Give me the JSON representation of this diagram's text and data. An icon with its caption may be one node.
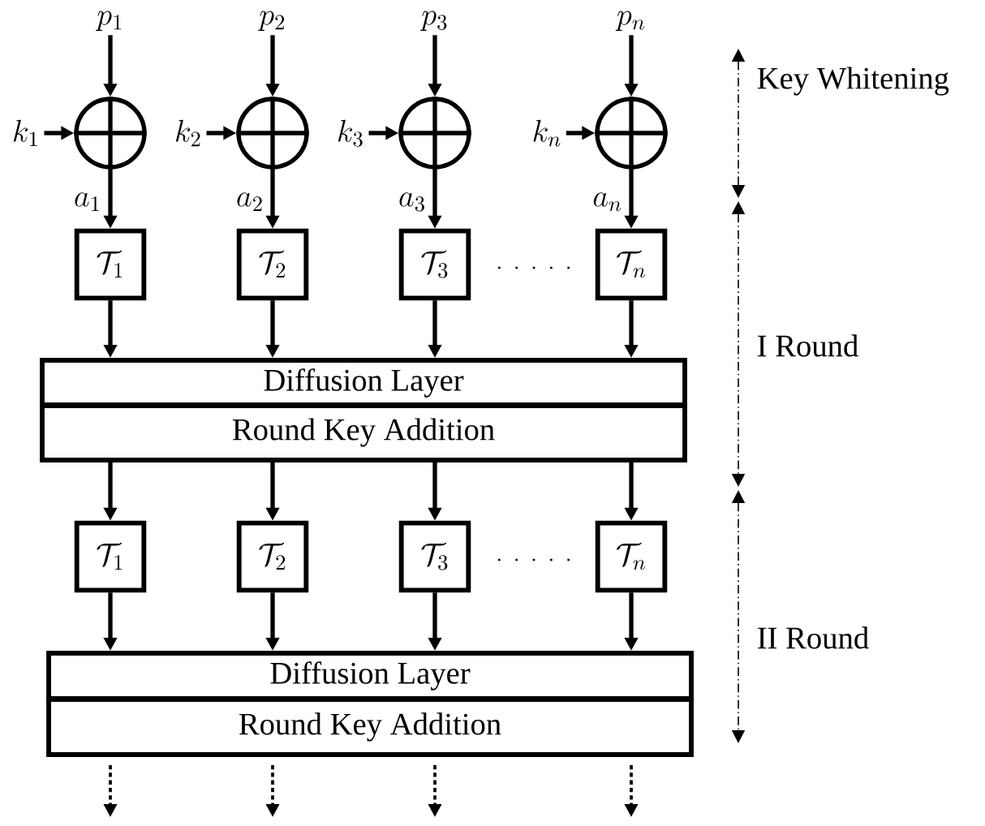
{
  "diagram": {
    "nodes": [
      {
        "text": [
          "p_1"
        ]
      },
      {
        "text": [
          "p_2"
        ]
      },
      {
        "text": [
          "p_3"
        ]
      },
      {
        "text": [
          "p_n"
        ]
      },
      {
        "text": [
          "k_1"
        ]
      },
      {
        "text": [
          "k_2"
        ]
      },
      {
        "text": [
          "k_3"
        ]
      },
      {
        "text": [
          "k_n"
        ]
      },
      {
        "text": [],
        "shape": "circle"
      },
      {
        "text": [],
        "shape": "circle"
      },
      {
        "text": [],
        "shape": "circle"
      },
      {
        "text": [],
        "shape": "circle"
      },
      {
        "text": [
          "\\mathcal{T}_1"
        ]
      },
      {
        "text": [
          "\\mathcal{T}_2"
        ]
      },
      {
        "text": [
          "\\mathcal{T}_3"
        ]
      },
      {
        "text": [
          "\\mathcal{T}_n"
        ]
      },
      {
        "text": [
          "Diffusion Layer"
        ]
      },
      {
        "text": [
          "Round Key Addition"
        ]
      },
      {
        "text": [
          "\\mathcal{T}_1"
        ]
      },
      {
        "text": [
          "\\mathcal{T}_2"
        ]
      },
      {
        "text": [
          "\\mathcal{T}_3"
        ]
      },
      {
        "text": [
          "\\mathcal{T}_n"
        ]
      },
      {
        "text": [
          "Diffusion Layer"
        ]
      },
      {
        "text": [
          "Round Key Addition"
        ]
      }
    ],
    "edges": [
      {
        "from": 0,
        "to": 8,
        "arrow": "to"
      },
      {
        "from": 1,
        "to": 9,
        "arrow": "to"
      },
      {
        "from": 2,
        "to": 10,
        "arrow": "to"
      },
      {
        "from": 3,
        "to": 11,
        "arrow": "to"
      },
      {
        "from": 4,
        "to": 8,
        "arrow": "to"
      },
      {
        "from": 5,
        "to": 9,
        "arrow": "to"
      },
      {
        "from": 6,
        "to": 10,
        "arrow": "to"
      },
      {
        "from": 7,
        "to": 11,
        "arrow": "to"
      },
      {
        "from": 8,
        "to": 12,
        "arrow": "to",
        "label": "a_1"
      },
      {
        "from": 9,
        "to": 13,
        "arrow": "to",
        "label": "a_2"
      },
      {
        "from": 10,
        "to": 14,
        "arrow": "to",
        "label": "a_3"
      },
      {
        "from": 11,
        "to": 15,
        "arrow": "to",
        "label": "a_n"
      },
      {
        "from": 12,
        "to": 16,
        "arrow": "to"
      },
      {
        "from": 13,
        "to": 16,
        "arrow": "to"
      },
      {
        "from": 14,
        "to": 16,
        "arrow": "to"
      },
      {
        "from": 15,
        "to": 16,
        "arrow": "to"
      },
      {
        "from": 17,
        "to": 18,
        "arrow": "to"
      },
      {
        "from": 17,
        "to": 19,
        "arrow": "to"
      },
      {
        "from": 17,
        "to": 20,
        "arrow": "to"
      },
      {
        "from": 17,
        "to": 21,
        "arrow": "to"
      },
      {
        "from": 18,
        "to": 22,
        "arrow": "to"
      },
      {
        "from": 19,
        "to": 22,
        "arrow": "to"
      },
      {
        "from": 20,
        "to": 22,
        "arrow": "to"
      },
      {
        "from": 21,
        "to": 22,
        "arrow": "to"
      },
      {
        "from": 23,
        "to": null,
        "arrow": "to",
        "style": "dashed"
      },
      {
        "from": 23,
        "to": null,
        "arrow": "to",
        "style": "dashed"
      },
      {
        "from": 23,
        "to": null,
        "arrow": "to",
        "style": "dashed"
      },
      {
        "from": 23,
        "to": null,
        "arrow": "to",
        "style": "dashed"
      }
    ],
    "labels": [
      "Key Whitening",
      "I Round",
      "II Round"
    ]
  }
}
